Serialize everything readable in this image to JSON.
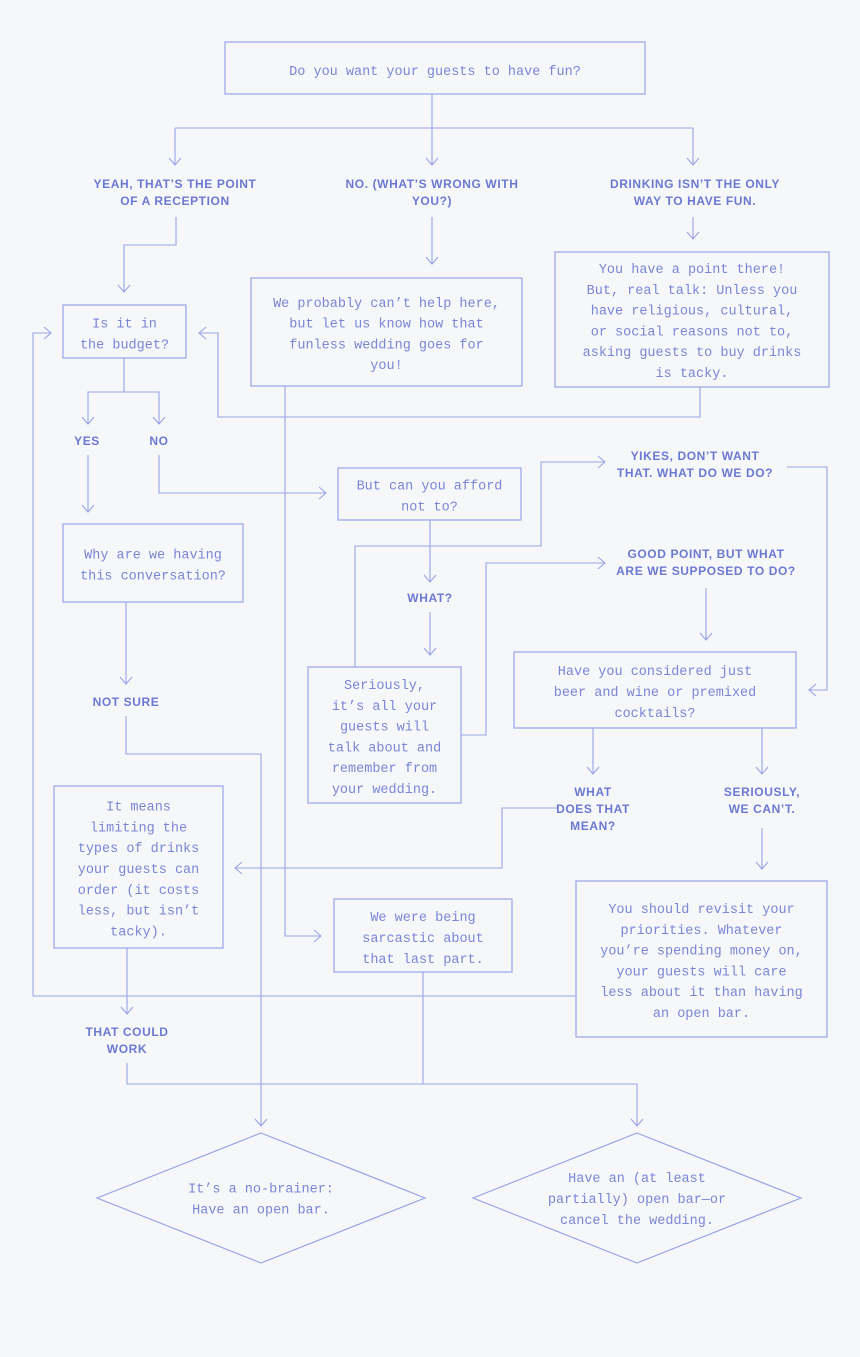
{
  "colors": {
    "line": "#9aa4e6",
    "text": "#7a86d6",
    "label": "#6c79d2",
    "background": "#f6f7f9"
  },
  "nodes": {
    "start": {
      "lines": [
        "Do you want your guests to have fun?"
      ]
    },
    "budget": {
      "lines": [
        "Is it in",
        "the budget?"
      ]
    },
    "cant_help": {
      "lines": [
        "We probably can’t help here,",
        "but let us know how that",
        "funless wedding goes for",
        "you!"
      ]
    },
    "point_there": {
      "lines": [
        "You have a point there!",
        "But, real talk: Unless you",
        "have religious, cultural,",
        "or social reasons not to,",
        "asking guests to buy drinks",
        "is tacky."
      ]
    },
    "afford_not": {
      "lines": [
        "But can you afford",
        "not to?"
      ]
    },
    "why_conversation": {
      "lines": [
        "Why are we having",
        "this conversation?"
      ]
    },
    "seriously": {
      "lines": [
        "Seriously,",
        "it’s all your",
        "guests will",
        "talk about and",
        "remember from",
        "your wedding."
      ]
    },
    "considered": {
      "lines": [
        "Have you considered just",
        "beer and wine or premixed",
        "cocktails?"
      ]
    },
    "it_means": {
      "lines": [
        "It means",
        "limiting the",
        "types of drinks",
        "your guests can",
        "order (it costs",
        "less, but isn’t",
        "tacky)."
      ]
    },
    "sarcastic": {
      "lines": [
        "We were being",
        "sarcastic about",
        "that last part."
      ]
    },
    "revisit": {
      "lines": [
        "You should revisit your",
        "priorities. Whatever",
        "you’re spending money on,",
        "your guests will care",
        "less about it than having",
        "an open bar."
      ]
    },
    "no_brainer": {
      "lines": [
        "It’s a no-brainer:",
        "Have an open bar."
      ]
    },
    "partial_bar": {
      "lines": [
        "Have an (at least",
        "partially) open bar—or",
        "cancel the wedding."
      ]
    }
  },
  "labels": {
    "yeah": {
      "lines": [
        "YEAH, THAT’S THE POINT",
        "OF A RECEPTION"
      ]
    },
    "no_wrong": {
      "lines": [
        "NO. (WHAT’S WRONG WITH",
        "YOU?)"
      ]
    },
    "drinking": {
      "lines": [
        "DRINKING ISN’T THE ONLY",
        "WAY TO HAVE FUN."
      ]
    },
    "yes": {
      "lines": [
        "YES"
      ]
    },
    "no": {
      "lines": [
        "NO"
      ]
    },
    "yikes": {
      "lines": [
        "YIKES, DON’T WANT",
        "THAT. WHAT DO WE DO?"
      ]
    },
    "what": {
      "lines": [
        "WHAT?"
      ]
    },
    "good_point": {
      "lines": [
        "GOOD POINT, BUT WHAT",
        "ARE WE SUPPOSED TO DO?"
      ]
    },
    "not_sure": {
      "lines": [
        "NOT SURE"
      ]
    },
    "what_mean": {
      "lines": [
        "WHAT",
        "DOES THAT",
        "MEAN?"
      ]
    },
    "seriously_cant": {
      "lines": [
        "SERIOUSLY,",
        "WE CAN’T."
      ]
    },
    "could_work": {
      "lines": [
        "THAT COULD",
        "WORK"
      ]
    }
  }
}
